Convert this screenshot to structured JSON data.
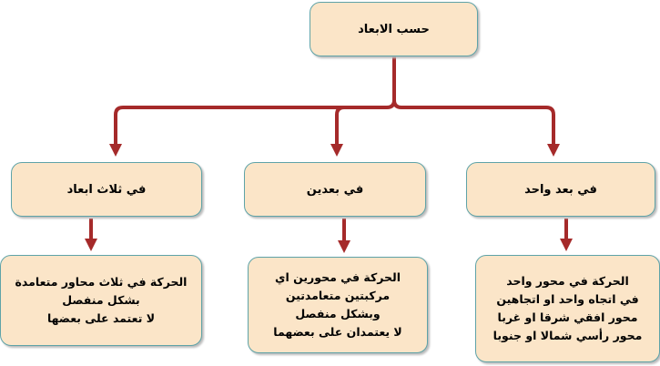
{
  "root": {
    "label": "حسب الابعاد"
  },
  "branches": [
    {
      "title": "في بعد واحد",
      "lines": [
        "الحركة في محور واحد",
        "في اتجاه واحد او اتجاهين",
        "محور افقي شرقا او غربا",
        "محور رأسي شمالا او جنوبا"
      ]
    },
    {
      "title": "في بعدين",
      "lines": [
        "الحركة في محورين اي",
        "مركبتين متعامدتين",
        "وبشكل منفصل",
        "لا يعتمدان على بعضهما"
      ]
    },
    {
      "title": "في ثلاث ابعاد",
      "lines": [
        "الحركة في ثلاث محاور متعامدة",
        "بشكل منفصل",
        "لا تعتمد على بعضها"
      ]
    }
  ],
  "colors": {
    "connector": "#a52a2a",
    "box_fill": "#fbe5c8",
    "box_border": "#5ea3a8"
  }
}
